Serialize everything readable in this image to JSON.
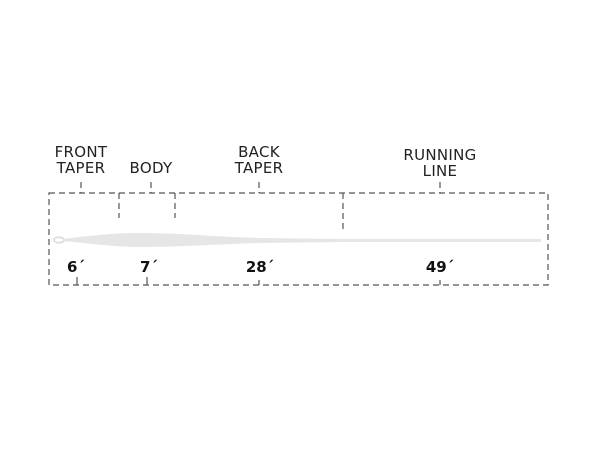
{
  "sections": [
    {
      "label_line1": "FRONT",
      "label_line2": "TAPER",
      "length": "6´"
    },
    {
      "label_line1": "",
      "label_line2": "BODY",
      "length": "7´"
    },
    {
      "label_line1": "BACK",
      "label_line2": "TAPER",
      "length": "28´"
    },
    {
      "label_line1": "RUNNING",
      "label_line2": "LINE",
      "length": "49´"
    }
  ],
  "colors": {
    "dash": "#555555",
    "line": "#e6e6e6",
    "text": "#222222"
  }
}
